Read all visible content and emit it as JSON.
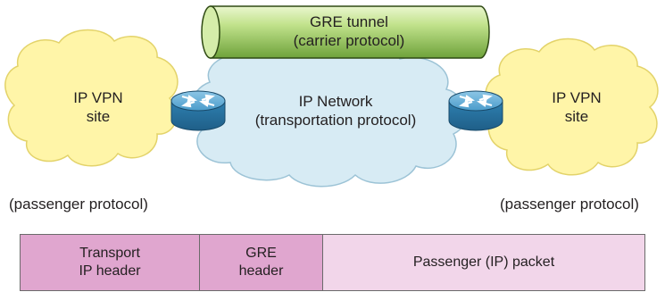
{
  "diagram": {
    "tunnel": {
      "line1": "GRE tunnel",
      "line2": "(carrier protocol)"
    },
    "network": {
      "line1": "IP Network",
      "line2": "(transportation protocol)"
    },
    "site_left": {
      "line1": "IP VPN",
      "line2": "site",
      "caption": "(passenger protocol)"
    },
    "site_right": {
      "line1": "IP VPN",
      "line2": "site",
      "caption": "(passenger protocol)"
    },
    "packet": {
      "transport_line1": "Transport",
      "transport_line2": "IP header",
      "gre_line1": "GRE",
      "gre_line2": "header",
      "payload": "Passenger (IP) packet"
    }
  },
  "colors": {
    "vpn_cloud": "#fff5a8",
    "vpn_cloud_stroke": "#e3d36a",
    "network_cloud": "#d7ebf4",
    "network_cloud_stroke": "#9cc3d6",
    "tunnel": "#b7dc7a",
    "router": "#3d8fbf",
    "header_cells": "#e0a6cf",
    "payload_cell": "#f2d6ea"
  }
}
